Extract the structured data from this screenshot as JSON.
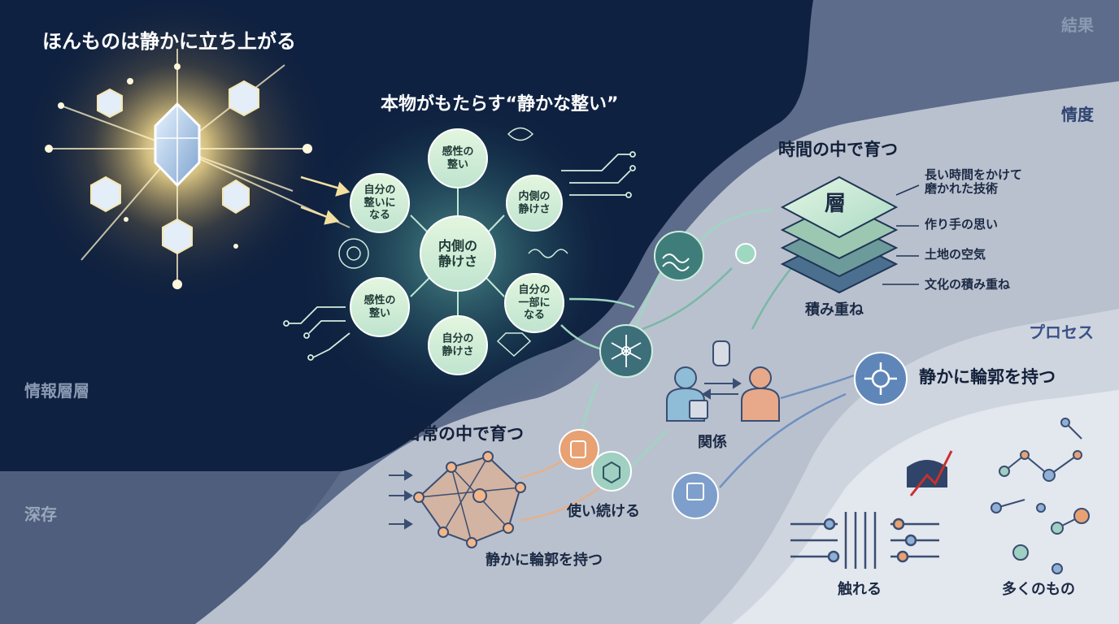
{
  "bands": {
    "result": "結果",
    "emotion": "情度",
    "process": "プロセス",
    "info_layer": "情報層層",
    "deep": "深存"
  },
  "hero": {
    "title": "ほんものは静かに立ち上がる",
    "subtitle": "本物がもたらす“静かな整い”"
  },
  "cluster": {
    "center": "内側の\n静けさ",
    "top": "感性の\n整い",
    "left_upper": "自分の\n整いに\nなる",
    "right_upper": "内側の\n静けさ",
    "left_lower": "感性の\n整い",
    "right_lower": "自分の\n一部に\nなる",
    "bottom": "自分の\n静けさ"
  },
  "time_section": {
    "heading": "時間の中で育つ",
    "layer_char": "層",
    "layer_notes": [
      "長い時間をかけて\n磨かれた技術",
      "作り手の思い",
      "土地の空気",
      "文化の積み重ね"
    ],
    "stack_label": "積み重ね"
  },
  "daily_section": {
    "heading": "日常の中で育つ",
    "keep_using": "使い続ける",
    "outline_bottom": "静かに輪郭を持つ"
  },
  "relation_label": "関係",
  "outline_right": "静かに輪郭を持つ",
  "touch_label": "触れる",
  "many_label": "多くのもの",
  "colors": {
    "navy": "#0f2140",
    "glow": "#f3d98a",
    "mint": "#cfeed6",
    "accent_blue": "#5f86b8",
    "accent_orange": "#e8a173",
    "accent_red": "#c9302c"
  }
}
